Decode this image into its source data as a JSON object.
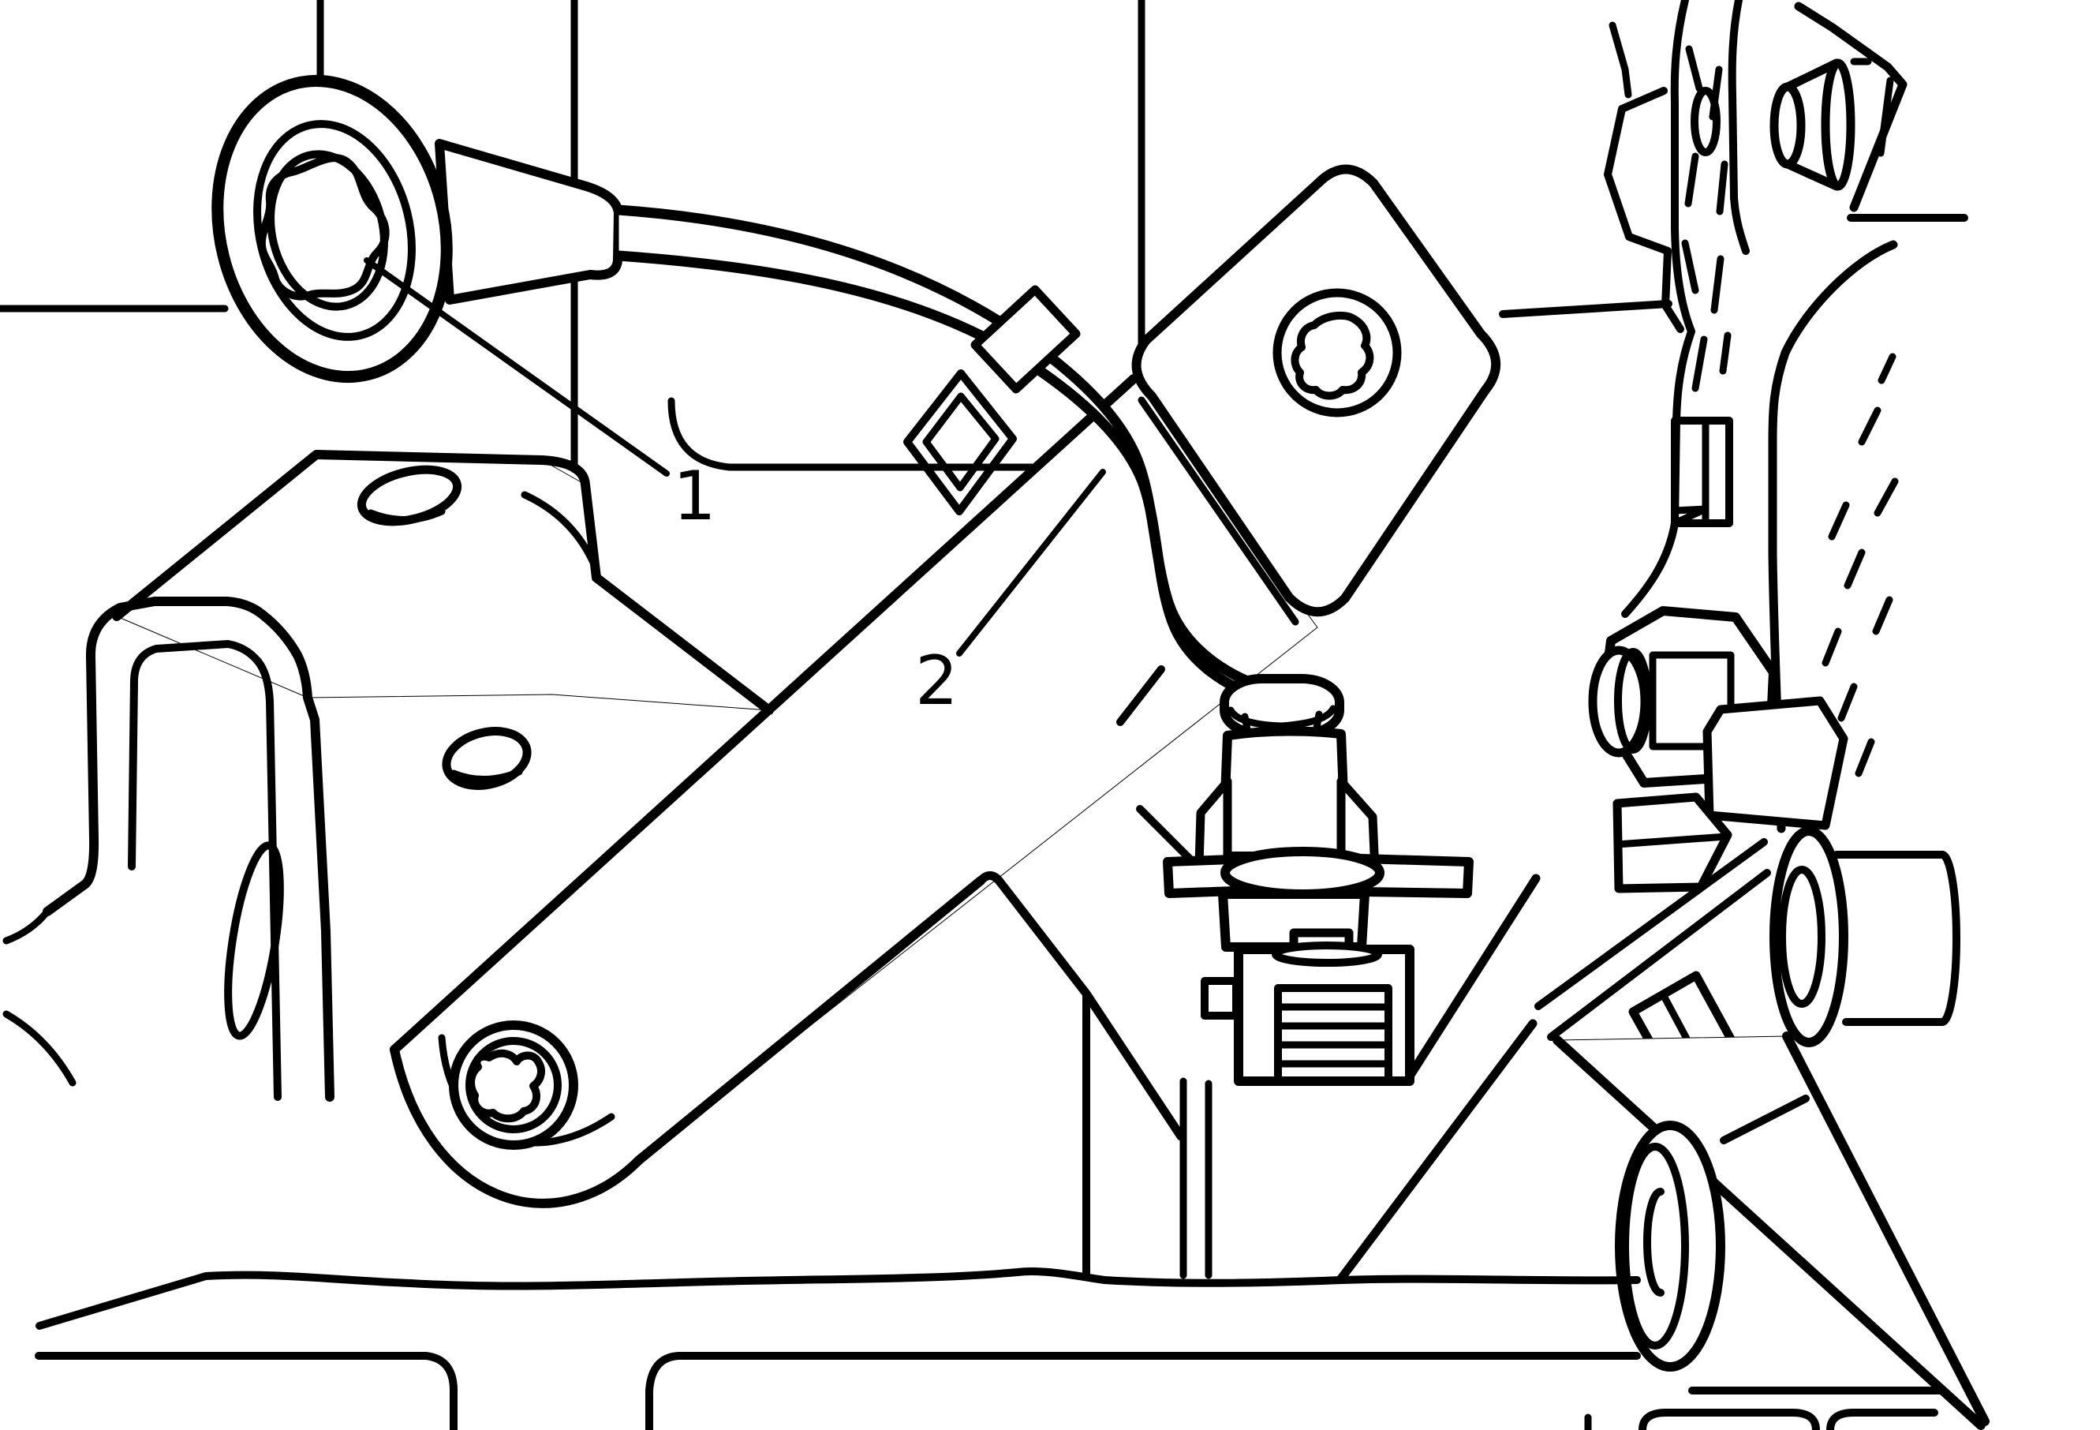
{
  "diagram": {
    "type": "service-manual-line-illustration",
    "subject": "engine sensor mounting and harness connector",
    "background_color": "#ffffff",
    "line_color": "#000000",
    "callouts": [
      {
        "number": "1",
        "target": "sensor-mounting-torx-bolt"
      },
      {
        "number": "2",
        "target": "sensor-harness-and-connector"
      }
    ]
  }
}
